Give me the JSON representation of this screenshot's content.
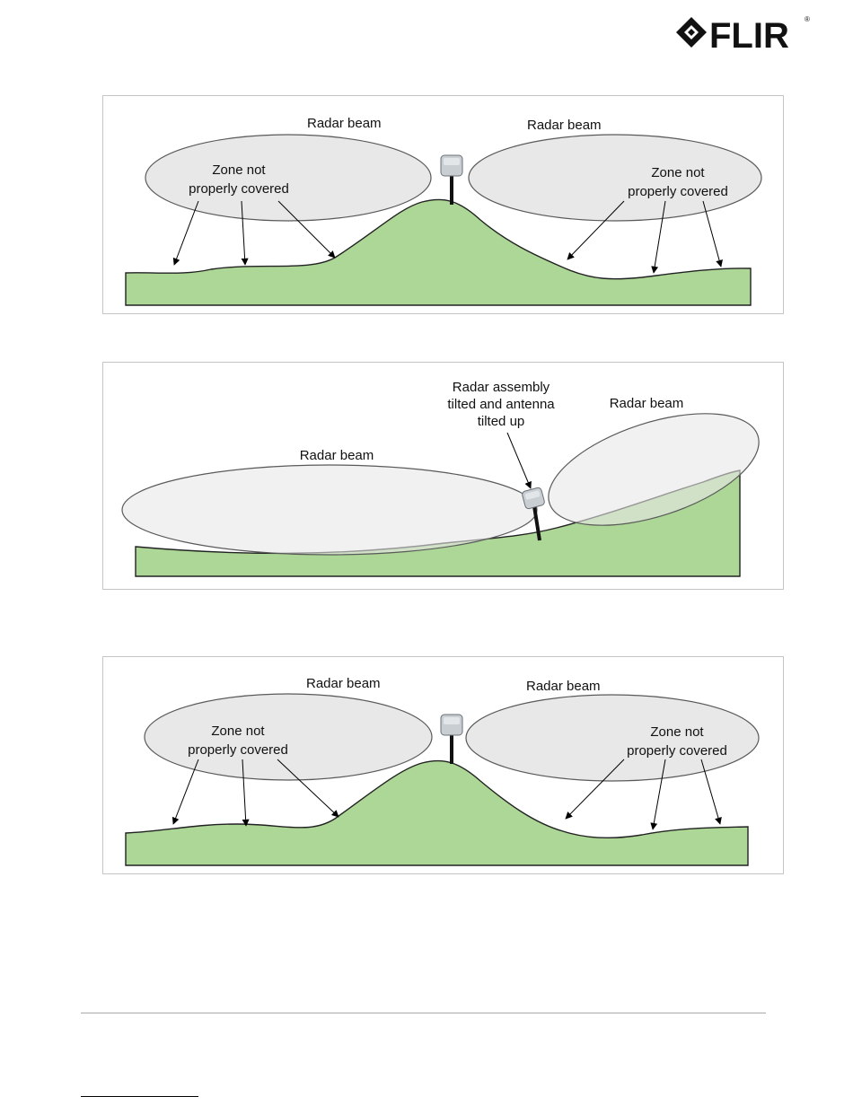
{
  "brand": {
    "name": "FLIR",
    "registered_mark": "®",
    "color": "#111111"
  },
  "colors": {
    "terrain_fill": "#add796",
    "terrain_stroke": "#222222",
    "beam_fill": "#e8e8e8",
    "beam_stroke": "#5a5a5a",
    "mast": "#111111",
    "panel_border": "#c4c4c4"
  },
  "figures": [
    {
      "beam_left_label": "Radar beam",
      "beam_right_label": "Radar beam",
      "zone_left_line1": "Zone not",
      "zone_left_line2": "properly covered",
      "zone_right_line1": "Zone not",
      "zone_right_line2": "properly covered"
    },
    {
      "beam_left_label": "Radar beam",
      "beam_right_label": "Radar beam",
      "note_line1": "Radar assembly",
      "note_line2": "tilted and antenna",
      "note_line3": "tilted up"
    },
    {
      "beam_left_label": "Radar beam",
      "beam_right_label": "Radar beam",
      "zone_left_line1": "Zone not",
      "zone_left_line2": "properly covered",
      "zone_right_line1": "Zone not",
      "zone_right_line2": "properly covered"
    }
  ]
}
